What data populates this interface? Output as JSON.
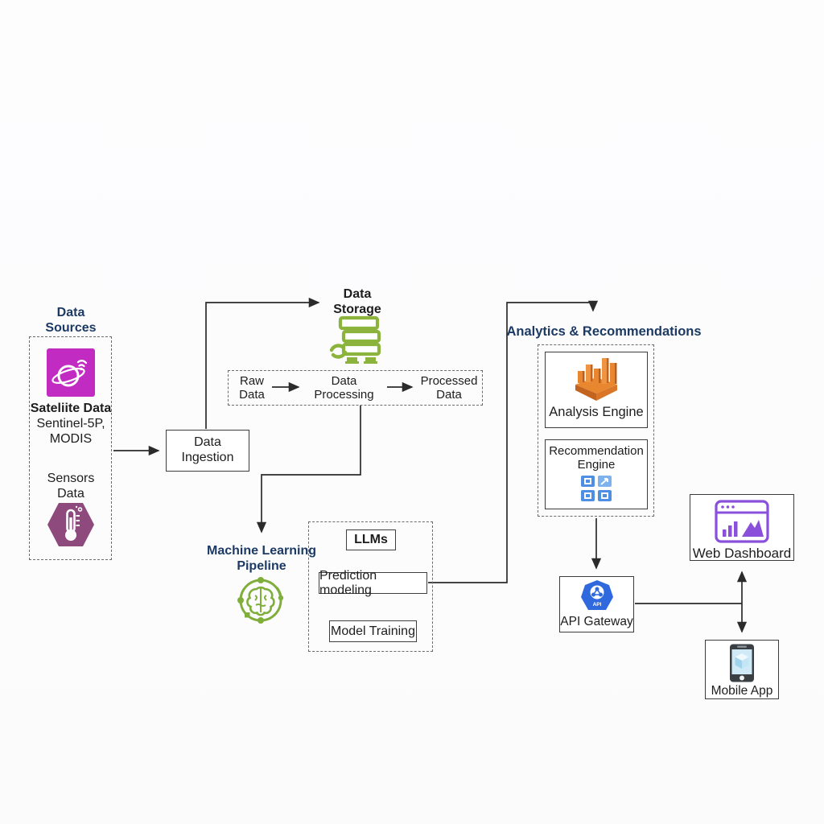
{
  "background": "#fcfcfd",
  "colors": {
    "title_navy": "#1c3a63",
    "text_black": "#1d1d1d",
    "connector_line": "#2b2b2b",
    "storage_green": "#8cb43d",
    "satellite_magenta": "#c22bc2",
    "sensor_plum": "#8f4a7d",
    "analysis_orange": "#e8872f",
    "analysis_orange_dark": "#c2641d",
    "recommendation_blue": "#4f8fe3",
    "api_blue": "#3069de",
    "dashboard_purple": "#8a50dc"
  },
  "data_sources": {
    "title_line1": "Data",
    "title_line2": "Sources",
    "satellite_icon": "satellite-planet-icon",
    "satellite_label": "Sateliite Data",
    "satellite_sub_line1": "Sentinel-5P,",
    "satellite_sub_line2": "MODIS",
    "sensors_line1": "Sensors",
    "sensors_line2": "Data",
    "sensors_icon": "thermometer-hexagon-icon"
  },
  "data_ingestion": {
    "line1": "Data",
    "line2": "Ingestion"
  },
  "data_storage": {
    "line1": "Data",
    "line2": "Storage",
    "icon": "database-stack-icon"
  },
  "processing": {
    "raw_line1": "Raw",
    "raw_line2": "Data",
    "proc_line1": "Data",
    "proc_line2": "Processing",
    "out_line1": "Processed",
    "out_line2": "Data"
  },
  "ml_pipeline": {
    "title_line1": "Machine Learning",
    "title_line2": "Pipeline",
    "icon": "ml-brain-icon",
    "items": [
      "LLMs",
      "Prediction modeling",
      "Model Training"
    ]
  },
  "analytics": {
    "title": "Analytics & Recommendations",
    "analysis_label": "Analysis Engine",
    "analysis_icon": "bar-chart-3d-icon",
    "recommendation_line1": "Recommendation",
    "recommendation_line2": "Engine",
    "recommendation_icon": "blue-squares-grid-icon"
  },
  "api_gateway": {
    "label": "API Gateway",
    "icon": "heptagon-network-icon"
  },
  "web_dashboard": {
    "label": "Web Dashboard",
    "icon": "browser-analytics-icon"
  },
  "mobile_app": {
    "label": "Mobile App",
    "icon": "smartphone-cube-icon"
  }
}
